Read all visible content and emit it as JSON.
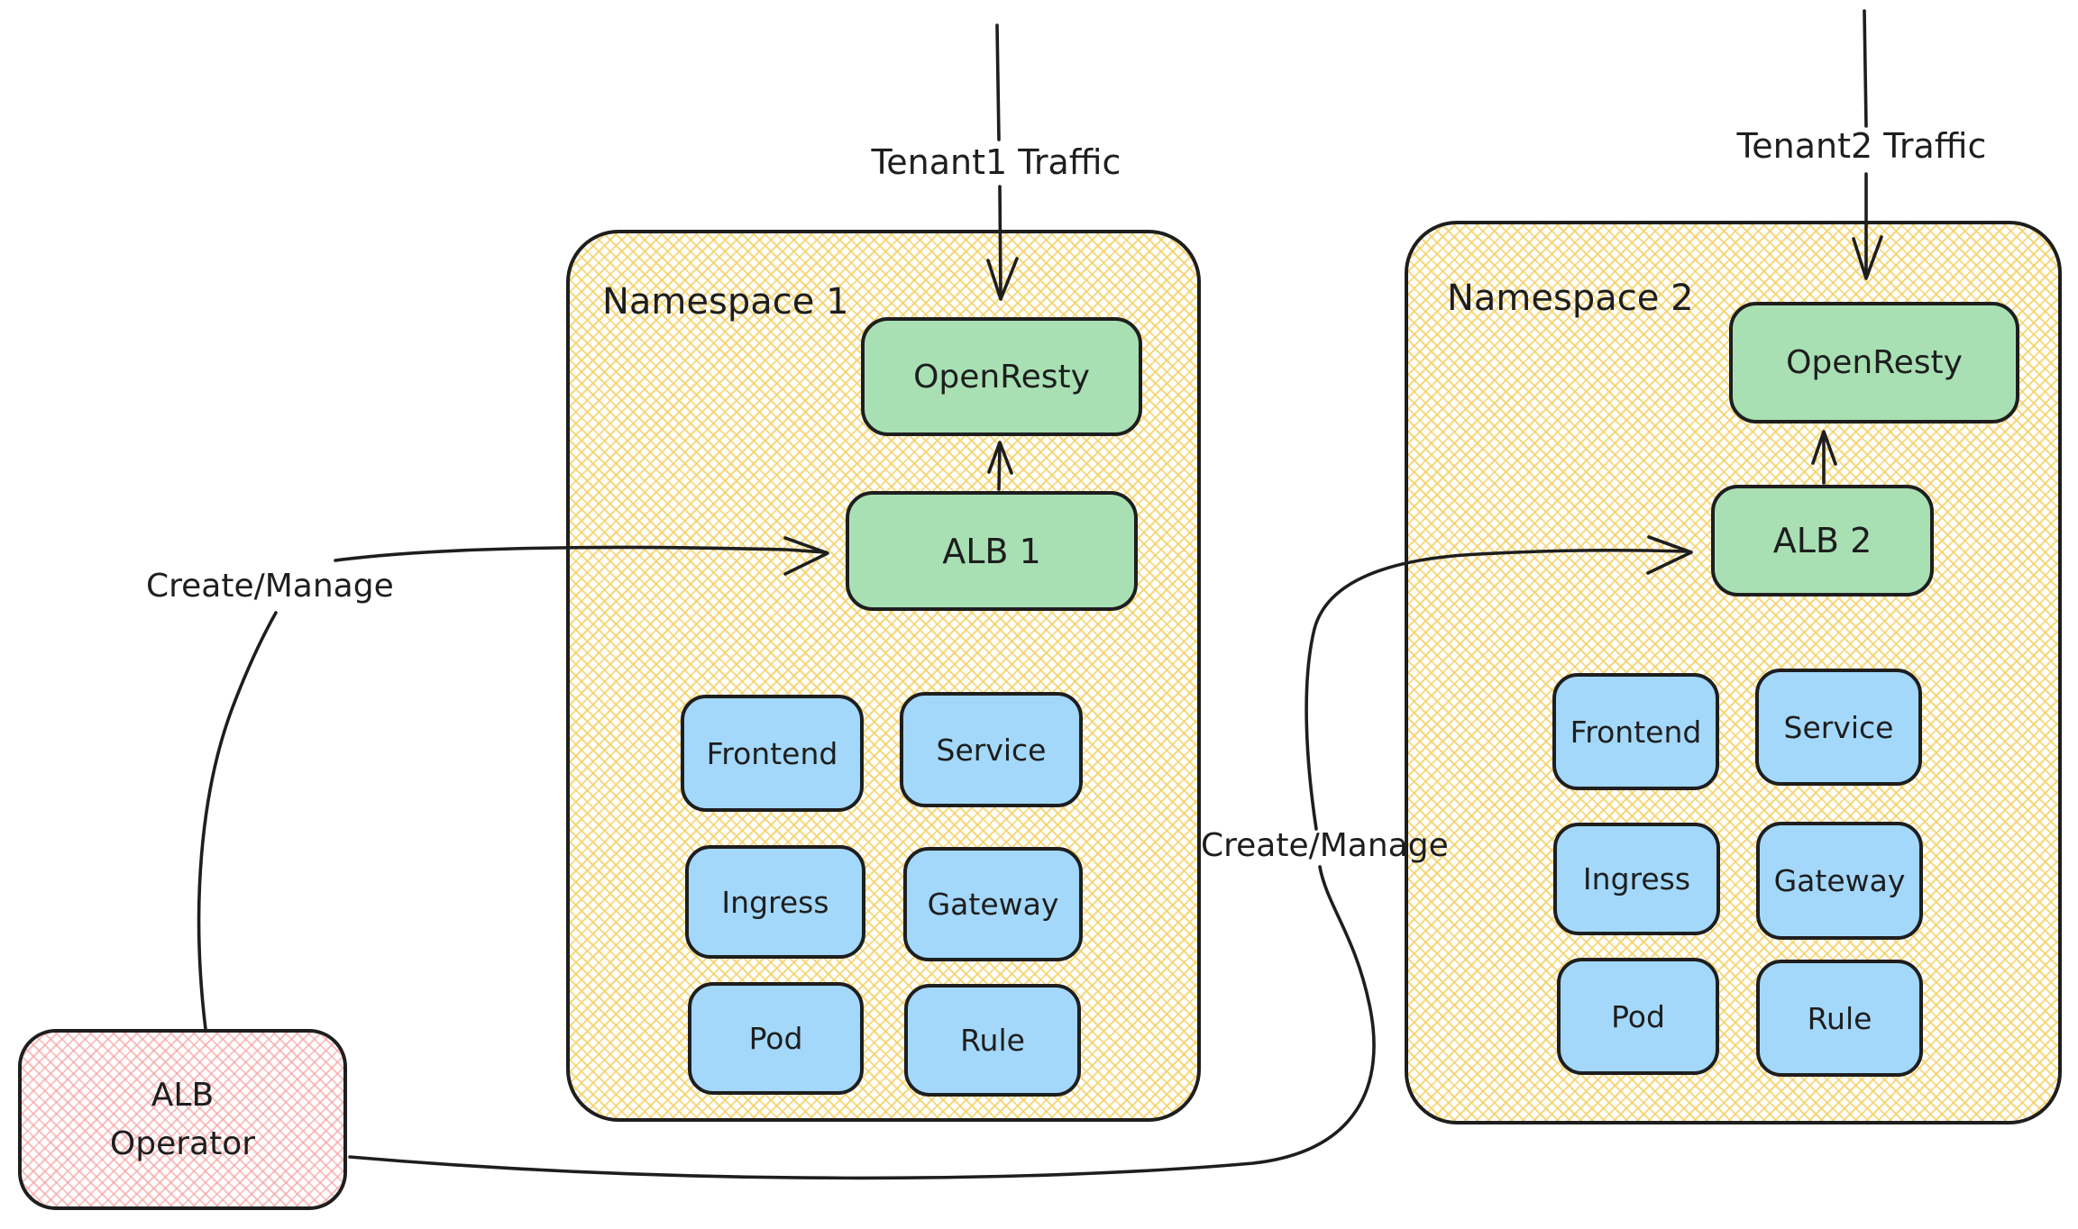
{
  "colors": {
    "stroke": "#1e1e1e",
    "namespace_hatch": "#f4d26a",
    "green_node_fill": "#a8e0b4",
    "blue_node_fill": "#a3d8fa",
    "operator_hatch": "#f6a0a0",
    "background": "#ffffff"
  },
  "namespace1": {
    "title": "Namespace 1",
    "nodes": {
      "openresty": "OpenResty",
      "alb": "ALB 1"
    },
    "resources": [
      "Frontend",
      "Service",
      "Ingress",
      "Gateway",
      "Pod",
      "Rule"
    ]
  },
  "namespace2": {
    "title": "Namespace 2",
    "nodes": {
      "openresty": "OpenResty",
      "alb": "ALB 2"
    },
    "resources": [
      "Frontend",
      "Service",
      "Ingress",
      "Gateway",
      "Pod",
      "Rule"
    ]
  },
  "operator": {
    "label_line1": "ALB",
    "label_line2": "Operator"
  },
  "edge_labels": {
    "tenant1": "Tenant1 Traffic",
    "tenant2": "Tenant2 Traffic",
    "create_manage_left": "Create/Manage",
    "create_manage_right": "Create/Manage"
  }
}
